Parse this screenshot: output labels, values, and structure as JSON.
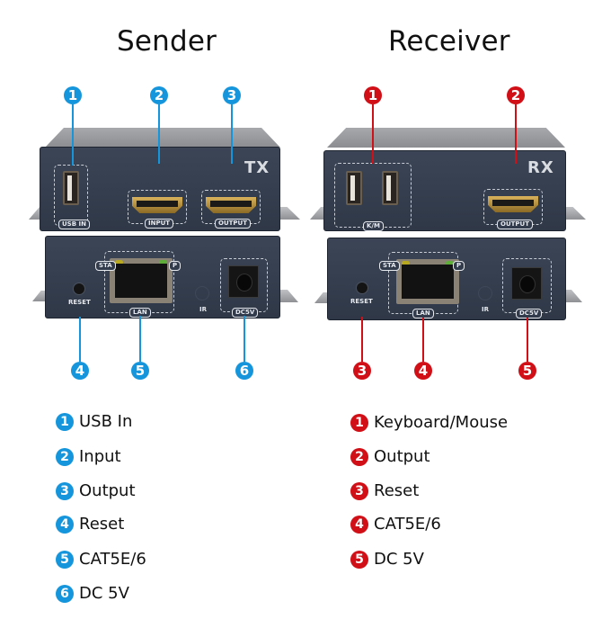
{
  "titles": {
    "sender": "Sender",
    "receiver": "Receiver"
  },
  "colors": {
    "sender_accent": "#1596dc",
    "receiver_accent": "#d10f16"
  },
  "sender": {
    "brand": "TX",
    "callouts": [
      "1",
      "2",
      "3",
      "4",
      "5",
      "6"
    ],
    "port_labels": {
      "usb": "USB IN",
      "input": "INPUT",
      "output": "OUTPUT",
      "sta": "STA",
      "p": "P",
      "lan": "LAN",
      "reset": "RESET",
      "ir": "IR",
      "dc": "DC5V"
    },
    "legend": [
      {
        "num": "1",
        "label": "USB In"
      },
      {
        "num": "2",
        "label": "Input"
      },
      {
        "num": "3",
        "label": "Output"
      },
      {
        "num": "4",
        "label": "Reset"
      },
      {
        "num": "5",
        "label": "CAT5E/6"
      },
      {
        "num": "6",
        "label": "DC 5V"
      }
    ]
  },
  "receiver": {
    "brand": "RX",
    "callouts": [
      "1",
      "2",
      "3",
      "4",
      "5"
    ],
    "port_labels": {
      "km": "K/M",
      "output": "OUTPUT",
      "sta": "STA",
      "p": "P",
      "lan": "LAN",
      "reset": "RESET",
      "ir": "IR",
      "dc": "DC5V"
    },
    "legend": [
      {
        "num": "1",
        "label": "Keyboard/Mouse"
      },
      {
        "num": "2",
        "label": "Output"
      },
      {
        "num": "3",
        "label": "Reset"
      },
      {
        "num": "4",
        "label": "CAT5E/6"
      },
      {
        "num": "5",
        "label": "DC 5V"
      }
    ]
  }
}
